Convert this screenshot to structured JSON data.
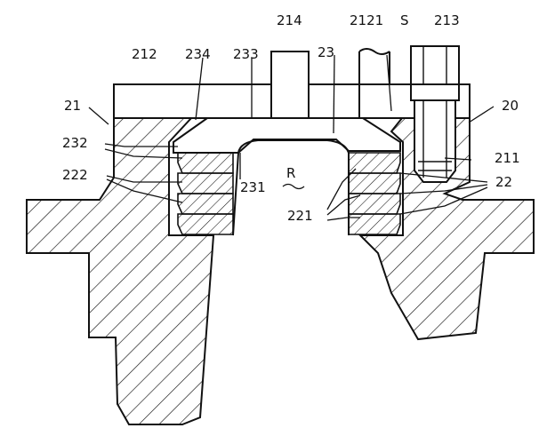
{
  "labels": {
    "l214": "214",
    "l2121": "2121",
    "lS": "S",
    "l213": "213",
    "l212": "212",
    "l234": "234",
    "l233": "233",
    "l23": "23",
    "l21": "21",
    "l20": "20",
    "l232": "232",
    "l222": "222",
    "l231": "231",
    "lR": "R",
    "l211": "211",
    "l22": "22",
    "l221": "221"
  },
  "colors": {
    "ink": "#111111",
    "paper": "#ffffff"
  }
}
